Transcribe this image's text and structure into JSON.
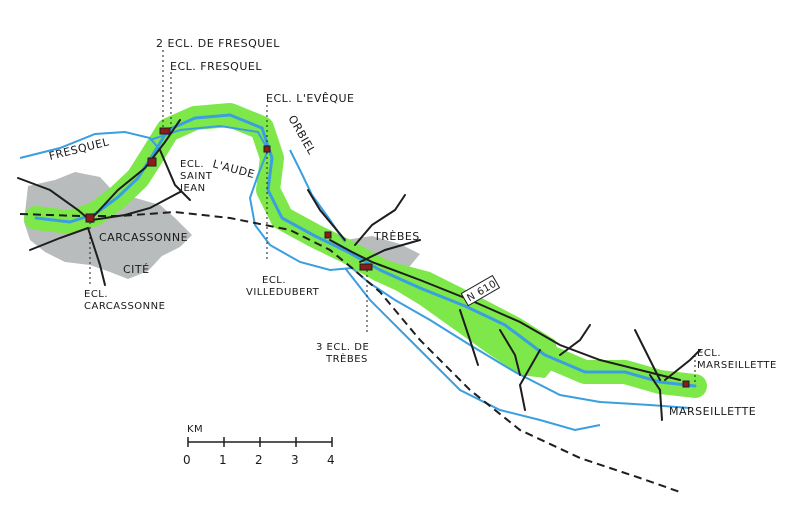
{
  "colors": {
    "canal_buffer": "#7ee84a",
    "water": "#3a9fe0",
    "urban": "#b9bcbd",
    "road": "#1e1e1e",
    "rail": "#1e1e1e",
    "background": "#ffffff"
  },
  "labels": {
    "ecl_2_fresquel": "2 ECL. DE FRESQUEL",
    "ecl_fresquel": "ECL. FRESQUEL",
    "ecl_leveque": "ECL. L'EVÊQUE",
    "fresquel_river": "FRESQUEL",
    "orbiel_river": "ORBIEL",
    "aude_river": "L'AUDE",
    "ecl_saint_jean_1": "ECL.",
    "ecl_saint_jean_2": "SAINT",
    "ecl_saint_jean_3": "JEAN",
    "carcassonne_town": "CARCASSONNE",
    "cite": "CITÉ",
    "ecl_carcassonne_1": "ECL.",
    "ecl_carcassonne_2": "CARCASSONNE",
    "ecl_villedubert_1": "ECL.",
    "ecl_villedubert_2": "VILLEDUBERT",
    "trebes_town": "TRÈBES",
    "ecl_3_trebes_1": "3 ECL. DE",
    "ecl_3_trebes_2": "TRÈBES",
    "road_n610": "N 610",
    "ecl_marseillette_1": "ECL.",
    "ecl_marseillette_2": "MARSEILLETTE",
    "marseillette_town": "MARSEILLETTE"
  },
  "scale_bar": {
    "unit": "KM",
    "ticks": [
      "0",
      "1",
      "2",
      "3",
      "4"
    ]
  }
}
